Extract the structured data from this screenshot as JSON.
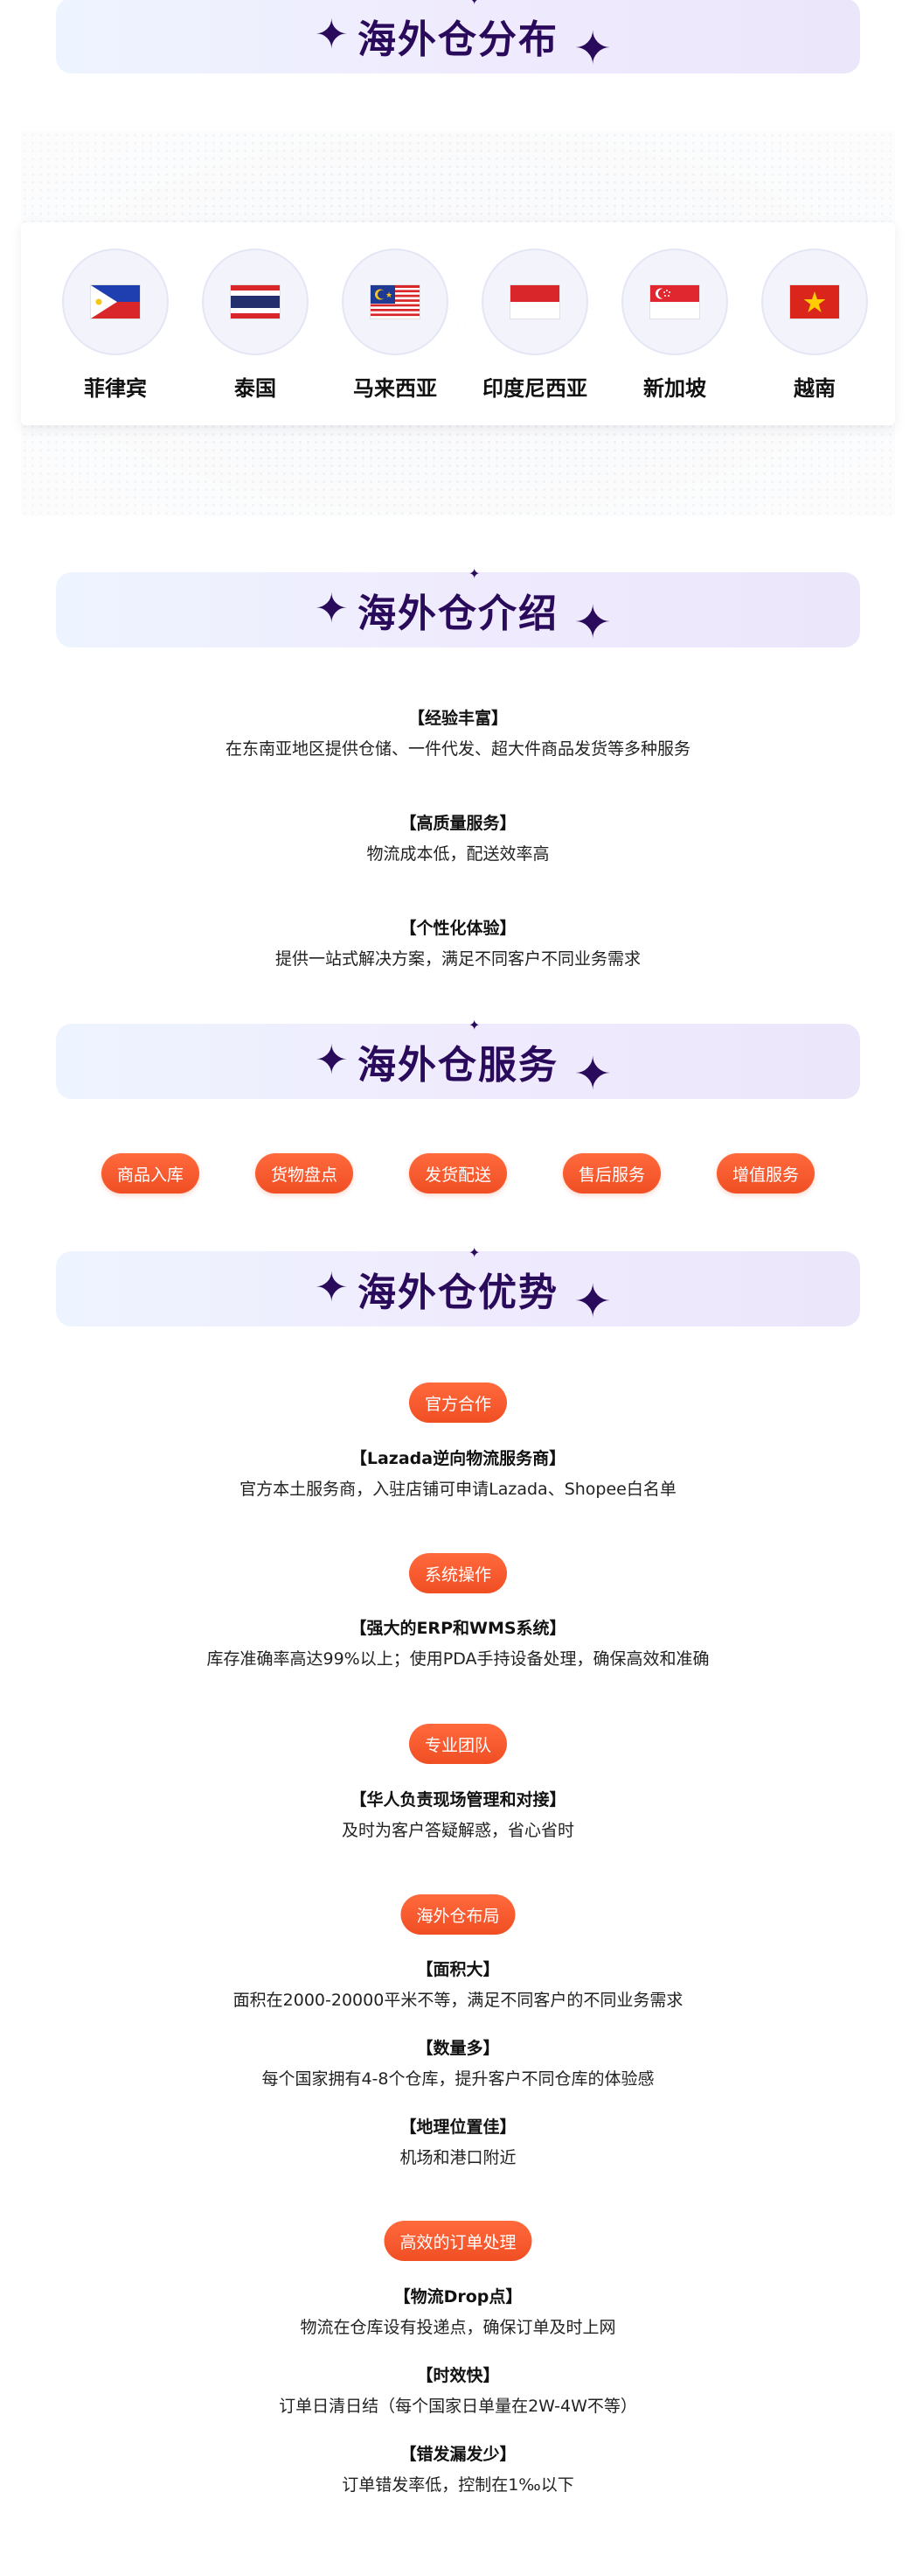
{
  "sections": {
    "distribution_title": "海外仓分布",
    "intro_title": "海外仓介绍",
    "service_title": "海外仓服务",
    "advantage_title": "海外仓优势"
  },
  "countries": [
    {
      "name": "菲律宾",
      "flag": "philippines-flag-icon"
    },
    {
      "name": "泰国",
      "flag": "thailand-flag-icon"
    },
    {
      "name": "马来西亚",
      "flag": "malaysia-flag-icon"
    },
    {
      "name": "印度尼西亚",
      "flag": "indonesia-flag-icon"
    },
    {
      "name": "新加坡",
      "flag": "singapore-flag-icon"
    },
    {
      "name": "越南",
      "flag": "vietnam-flag-icon"
    }
  ],
  "intro": [
    {
      "head": "【经验丰富】",
      "body": "在东南亚地区提供仓储、一件代发、超大件商品发货等多种服务"
    },
    {
      "head": "【高质量服务】",
      "body": "物流成本低，配送效率高"
    },
    {
      "head": "【个性化体验】",
      "body": "提供一站式解决方案，满足不同客户不同业务需求"
    }
  ],
  "services": [
    "商品入库",
    "货物盘点",
    "发货配送",
    "售后服务",
    "增值服务"
  ],
  "advantages": [
    {
      "tag": "官方合作",
      "items": [
        {
          "head": "【Lazada逆向物流服务商】",
          "body": "官方本土服务商，入驻店铺可申请Lazada、Shopee白名单"
        }
      ]
    },
    {
      "tag": "系统操作",
      "items": [
        {
          "head": "【强大的ERP和WMS系统】",
          "body": "库存准确率高达99%以上；使用PDA手持设备处理，确保高效和准确"
        }
      ]
    },
    {
      "tag": "专业团队",
      "items": [
        {
          "head": "【华人负责现场管理和对接】",
          "body": "及时为客户答疑解惑，省心省时"
        }
      ]
    },
    {
      "tag": "海外仓布局",
      "items": [
        {
          "head": "【面积大】",
          "body": "面积在2000-20000平米不等，满足不同客户的不同业务需求"
        },
        {
          "head": "【数量多】",
          "body": "每个国家拥有4-8个仓库，提升客户不同仓库的体验感"
        },
        {
          "head": "【地理位置佳】",
          "body": "机场和港口附近"
        }
      ]
    },
    {
      "tag": "高效的订单处理",
      "items": [
        {
          "head": "【物流Drop点】",
          "body": "物流在仓库设有投递点，确保订单及时上网"
        },
        {
          "head": "【时效快】",
          "body": "订单日清日结（每个国家日单量在2W-4W不等）"
        },
        {
          "head": "【错发漏发少】",
          "body": "订单错发率低，控制在1‰以下"
        }
      ]
    }
  ],
  "colors": {
    "accent": "#f04e23",
    "title": "#2a0b5b"
  }
}
